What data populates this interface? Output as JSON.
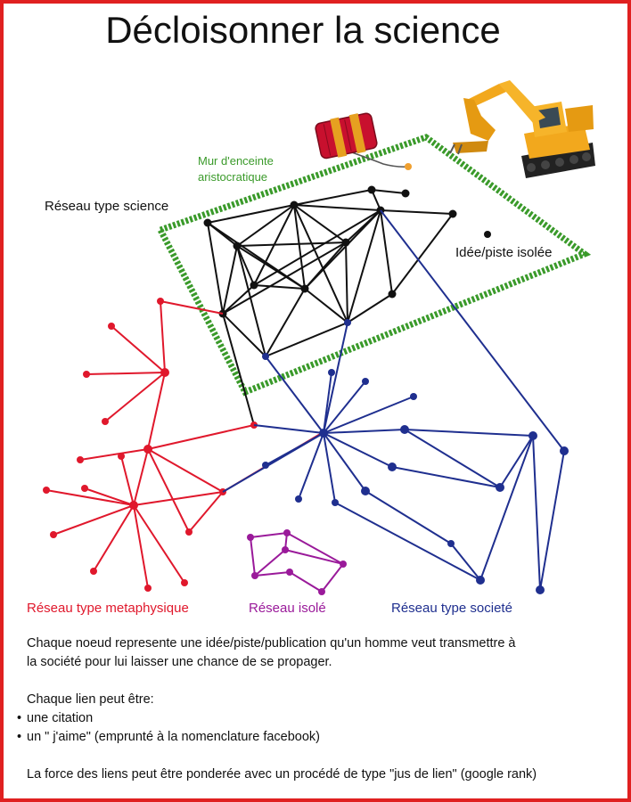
{
  "title": "Décloisonner la science",
  "labels": {
    "science_network": "Réseau type science",
    "wall_line1": "Mur d'enceinte",
    "wall_line2": "aristocratique",
    "isolated_idea": "Idée/piste isolée",
    "metaphysics_network": "Réseau  type metaphysique",
    "isolated_network": "Réseau  isolé",
    "society_network": "Réseau type societé"
  },
  "text": {
    "para1_line1": "Chaque noeud represente une idée/piste/publication qu'un homme veut transmettre à",
    "para1_line2": "la société pour lui laisser une chance de se propager.",
    "para2": "Chaque lien peut être:",
    "bullet1": "une citation",
    "bullet2": "un \" j'aime\" (emprunté à la nomenclature facebook)",
    "para3": "La force des liens peut être ponderée avec un procédé de type \"jus de lien\"  (google rank)"
  },
  "colors": {
    "frame": "#e02020",
    "science": "#111111",
    "metaphysics": "#e0182c",
    "isolated": "#9a1a9a",
    "society": "#1f2f8f",
    "wall": "#3a9a2a"
  },
  "icons": [
    "dynamite-icon",
    "excavator-icon"
  ]
}
